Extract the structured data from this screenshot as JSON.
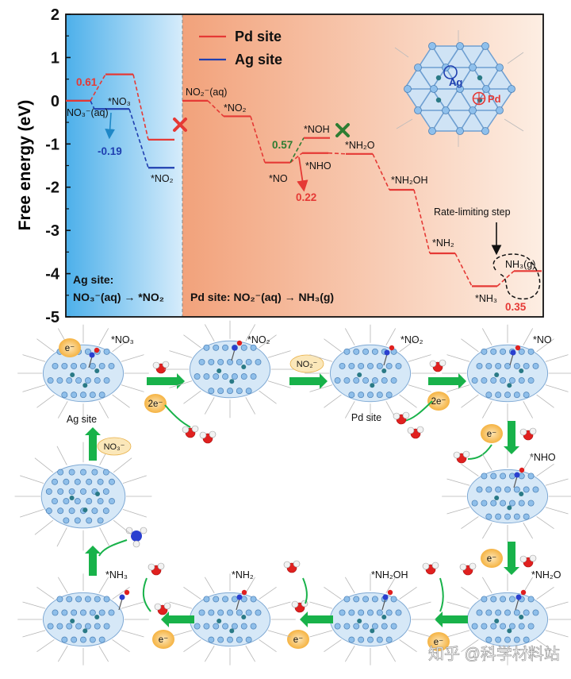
{
  "chart_data": {
    "type": "line",
    "ylabel": "Free energy (eV)",
    "ylim": [
      -5,
      2
    ],
    "yticks": [
      2,
      1,
      0,
      -1,
      -2,
      -3,
      -4,
      -5
    ],
    "grid": false,
    "legend": {
      "position": "top",
      "entries": [
        {
          "name": "Pd site",
          "color": "#e53935"
        },
        {
          "name": "Ag site",
          "color": "#1f3fb0"
        }
      ]
    },
    "series": [
      {
        "name": "Ag site",
        "color": "#1f3fb0",
        "levels": [
          {
            "label": "NO3-(aq)",
            "y": 0.0
          },
          {
            "label": "*NO3",
            "y": -0.19
          },
          {
            "label": "*NO2",
            "y": -1.55
          }
        ]
      },
      {
        "name": "Pd site",
        "color": "#e53935",
        "levels": [
          {
            "label": "NO3-(aq)",
            "y": 0.0
          },
          {
            "label": "*NO3",
            "y": 0.61
          },
          {
            "label": "",
            "y": -0.9
          },
          {
            "label": "NO2-(aq)",
            "y": 0.0
          },
          {
            "label": "*NO2",
            "y": -0.36
          },
          {
            "label": "*NO",
            "y": -1.43
          },
          {
            "label": "*NHO",
            "y": -1.21
          },
          {
            "label": "*NOH",
            "y": -0.86
          },
          {
            "label": "*NH2O",
            "y": -1.23
          },
          {
            "label": "*NH2OH",
            "y": -2.06
          },
          {
            "label": "*NH2",
            "y": -3.53
          },
          {
            "label": "*NH3",
            "y": -4.29
          },
          {
            "label": "NH3(g)",
            "y": -3.94
          }
        ]
      }
    ],
    "annotations": {
      "ag_nitrate_energy": "0.61",
      "ag_nitrate_shift": "-0.19",
      "no_to_noh": "0.57",
      "no_to_nho": "0.22",
      "rate_limiting_label": "Rate-limiting step",
      "final_step": "0.35",
      "region_left_line1": "Ag site:",
      "region_left_line2": "NO₃⁻(aq) → *NO₂",
      "region_right": "Pd site: NO₂⁻(aq) → NH₃(g)",
      "inset_ag": "Ag",
      "inset_pd": "Pd"
    },
    "level_labels": {
      "no3aq": "NO₃⁻(aq)",
      "no3": "*NO₃",
      "no2_ag": "*NO₂",
      "no2aq": "NO₂⁻(aq)",
      "no2": "*NO₂",
      "no": "*NO",
      "noh": "*NOH",
      "nho": "*NHO",
      "nh2o": "*NH₂O",
      "nh2oh": "*NH₂OH",
      "nh2": "*NH₂",
      "nh3": "*NH₃",
      "nh3g": "NH₃(g)"
    }
  },
  "cycle": {
    "steps": [
      "*NO₃",
      "*NO₂",
      "*NO₂",
      "*NO",
      "*NHO",
      "*NH₂O",
      "*NH₂OH",
      "*NH₂",
      "*NH₃"
    ],
    "site_labels": {
      "ag": "Ag site",
      "pd": "Pd site"
    },
    "electron": "e⁻",
    "two_electron": "2e⁻",
    "nitrite": "NO₂⁻",
    "nitrate": "NO₃⁻"
  },
  "watermark": "知乎 @科学材料站"
}
